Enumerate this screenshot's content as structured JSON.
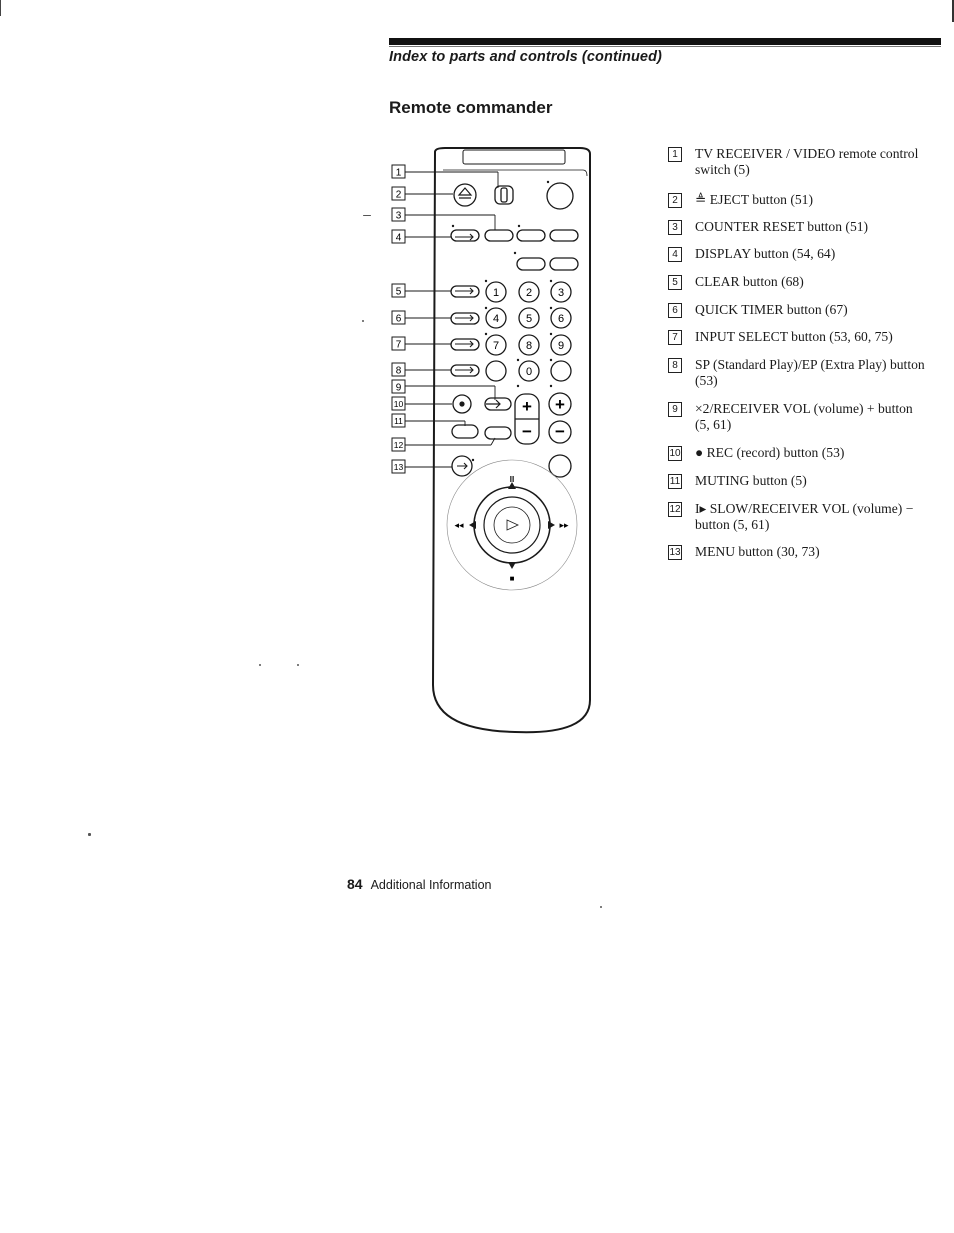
{
  "header": {
    "running_head": "Index to parts and controls (continued)",
    "section_title": "Remote commander"
  },
  "figure": {
    "callouts": [
      "1",
      "2",
      "3",
      "4",
      "5",
      "6",
      "7",
      "8",
      "9",
      "10",
      "11",
      "12",
      "13"
    ],
    "number_keys": [
      "1",
      "2",
      "3",
      "4",
      "5",
      "6",
      "7",
      "8",
      "9",
      "0"
    ],
    "volume_plus": "+",
    "volume_minus": "−",
    "pause_symbol": "II",
    "rewind_symbol": "◂◂",
    "ff_symbol": "▸▸",
    "stop_symbol": "■"
  },
  "legend": [
    {
      "num": "1",
      "text": "TV RECEIVER / VIDEO remote control switch (5)"
    },
    {
      "num": "2",
      "text": "≜ EJECT button (51)"
    },
    {
      "num": "3",
      "text": "COUNTER RESET button (51)"
    },
    {
      "num": "4",
      "text": "DISPLAY button (54, 64)"
    },
    {
      "num": "5",
      "text": "CLEAR button (68)"
    },
    {
      "num": "6",
      "text": "QUICK TIMER button (67)"
    },
    {
      "num": "7",
      "text": "INPUT SELECT button (53, 60, 75)"
    },
    {
      "num": "8",
      "text": "SP (Standard Play)/EP (Extra Play) button (53)"
    },
    {
      "num": "9",
      "text": "×2/RECEIVER VOL (volume) + button (5, 61)"
    },
    {
      "num": "10",
      "text": "● REC (record) button (53)"
    },
    {
      "num": "11",
      "text": "MUTING button (5)"
    },
    {
      "num": "12",
      "text": "I▸ SLOW/RECEIVER VOL (volume) − button (5, 61)"
    },
    {
      "num": "13",
      "text": "MENU button (30, 73)"
    }
  ],
  "footer": {
    "page_number": "84",
    "section": "Additional Information"
  }
}
